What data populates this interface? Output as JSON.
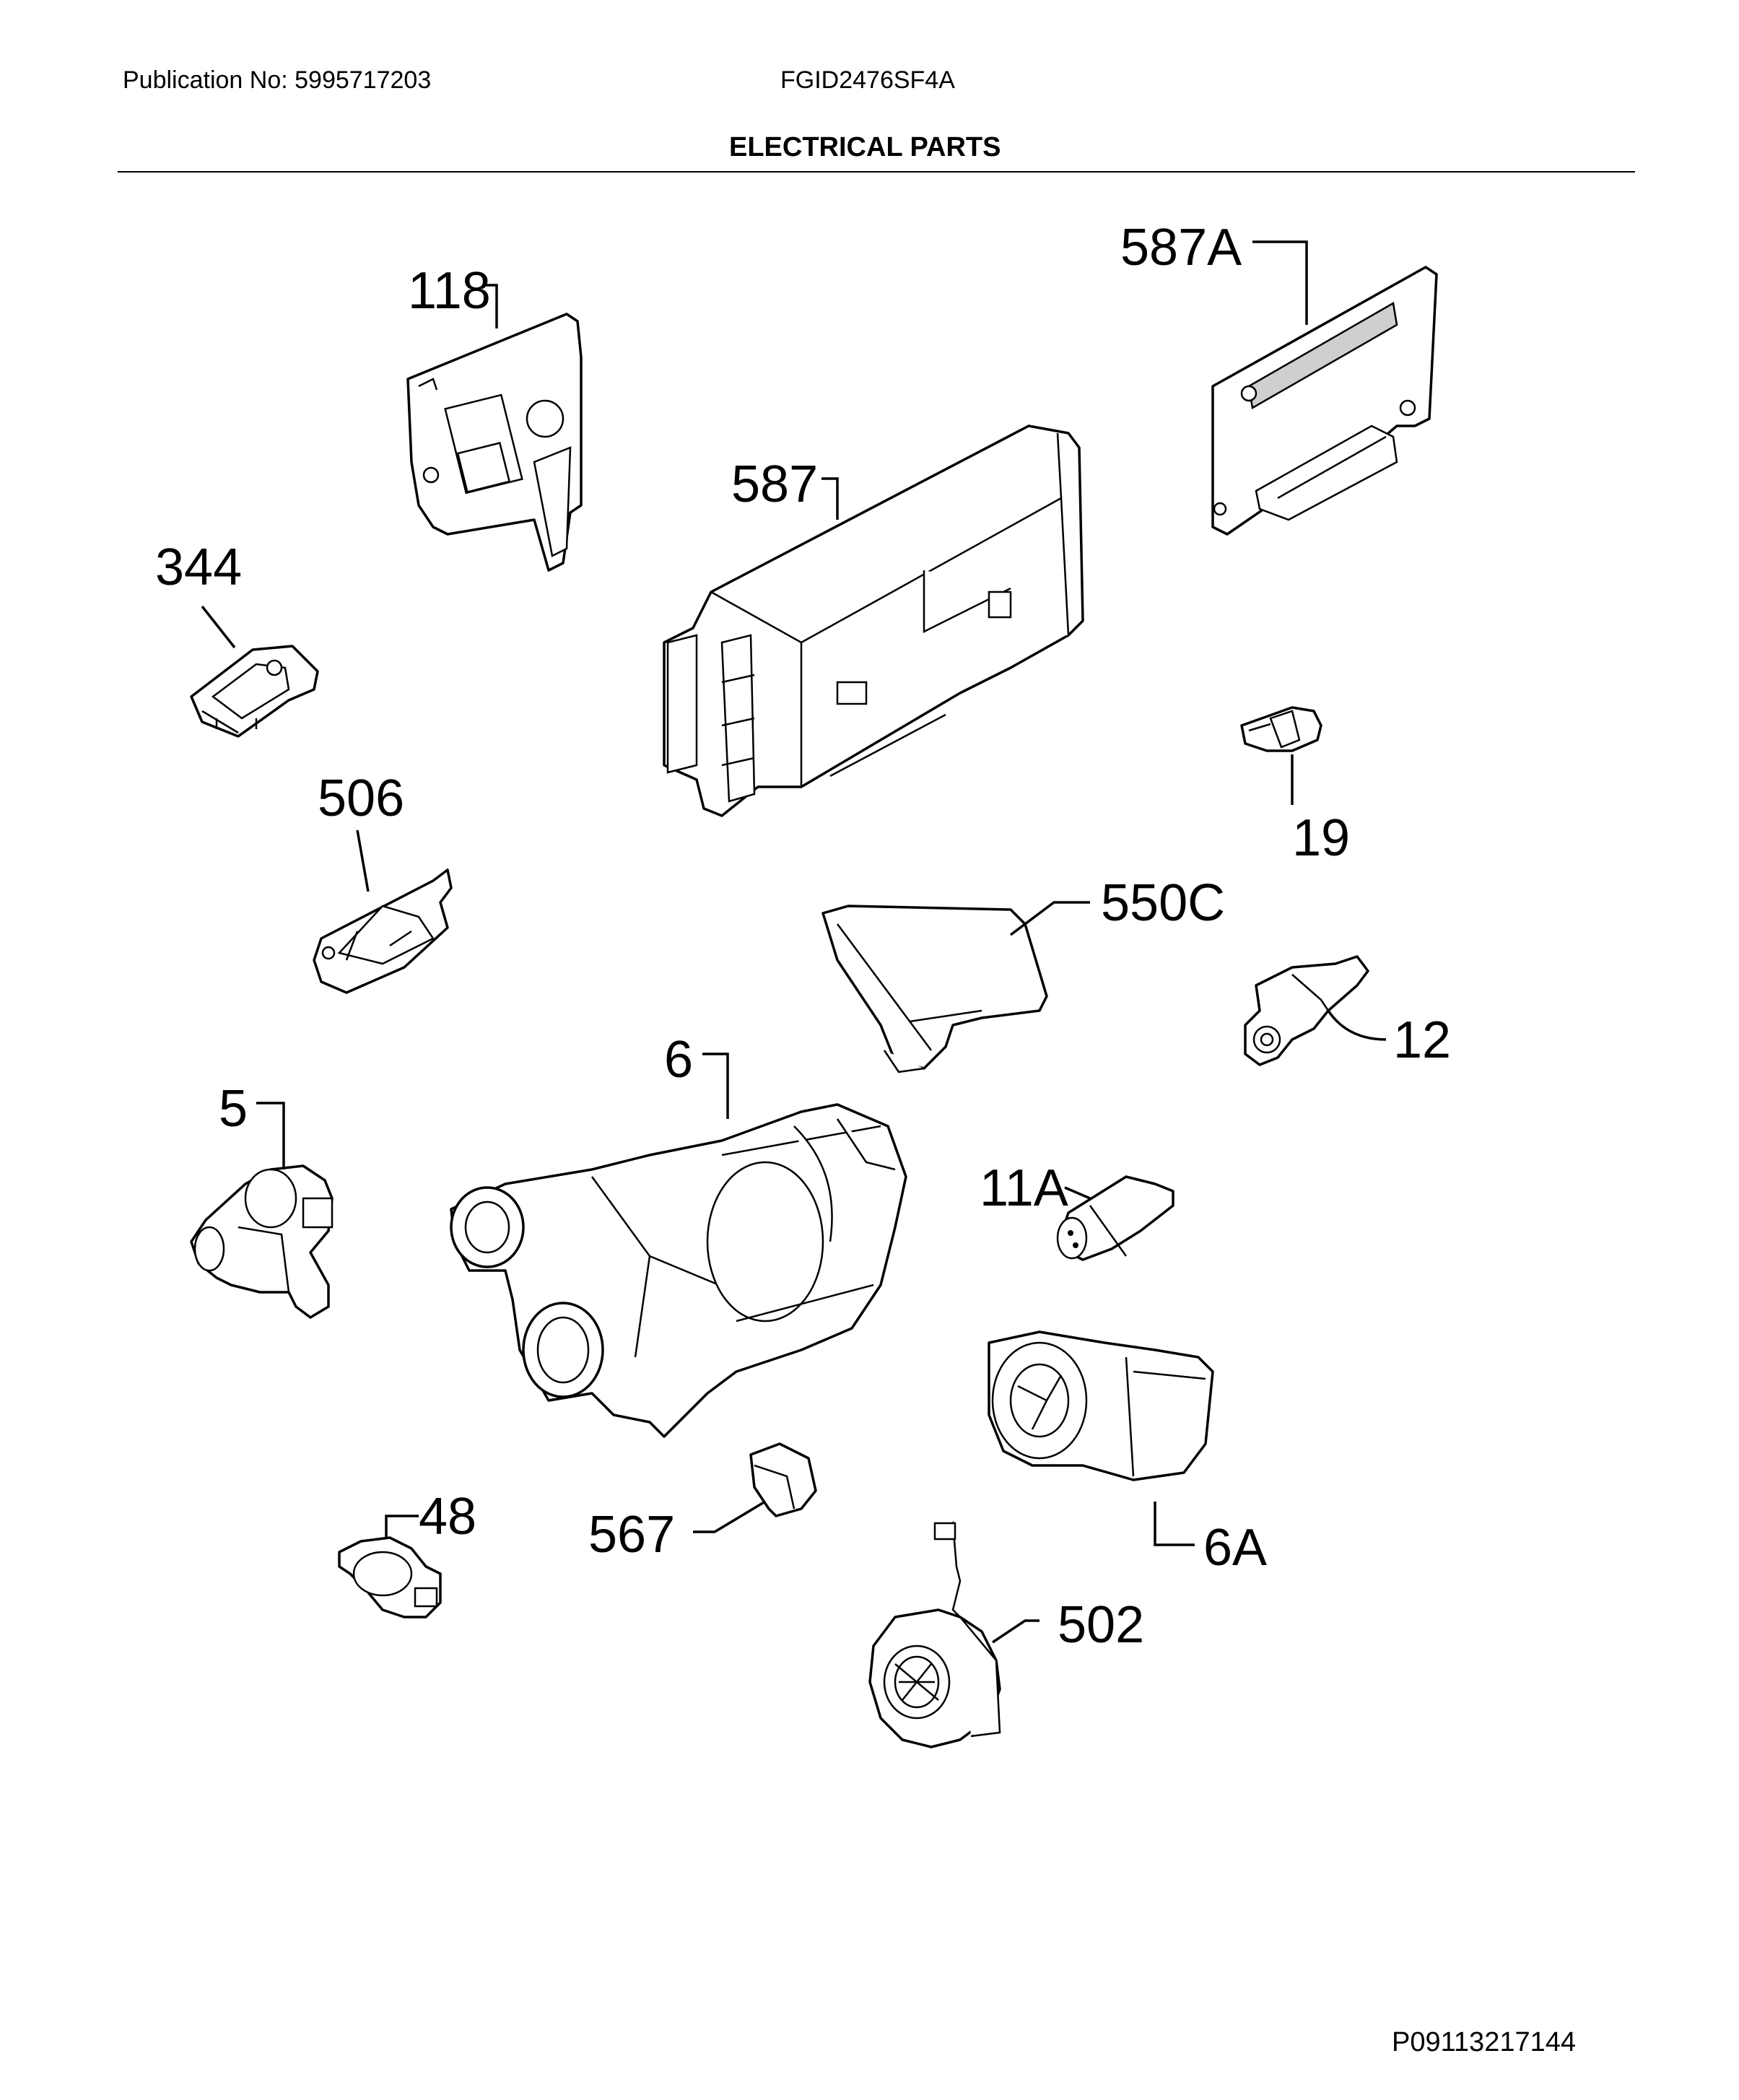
{
  "header": {
    "publication": "Publication No: 5995717203",
    "model": "FGID2476SF4A",
    "title": "ELECTRICAL PARTS"
  },
  "footer": {
    "code": "P09113217144"
  },
  "callouts": {
    "c118": "118",
    "c587A": "587A",
    "c587": "587",
    "c344": "344",
    "c506": "506",
    "c19": "19",
    "c550C": "550C",
    "c12": "12",
    "c6": "6",
    "c5": "5",
    "c11A": "11A",
    "c6A": "6A",
    "c48": "48",
    "c567": "567",
    "c502": "502"
  }
}
